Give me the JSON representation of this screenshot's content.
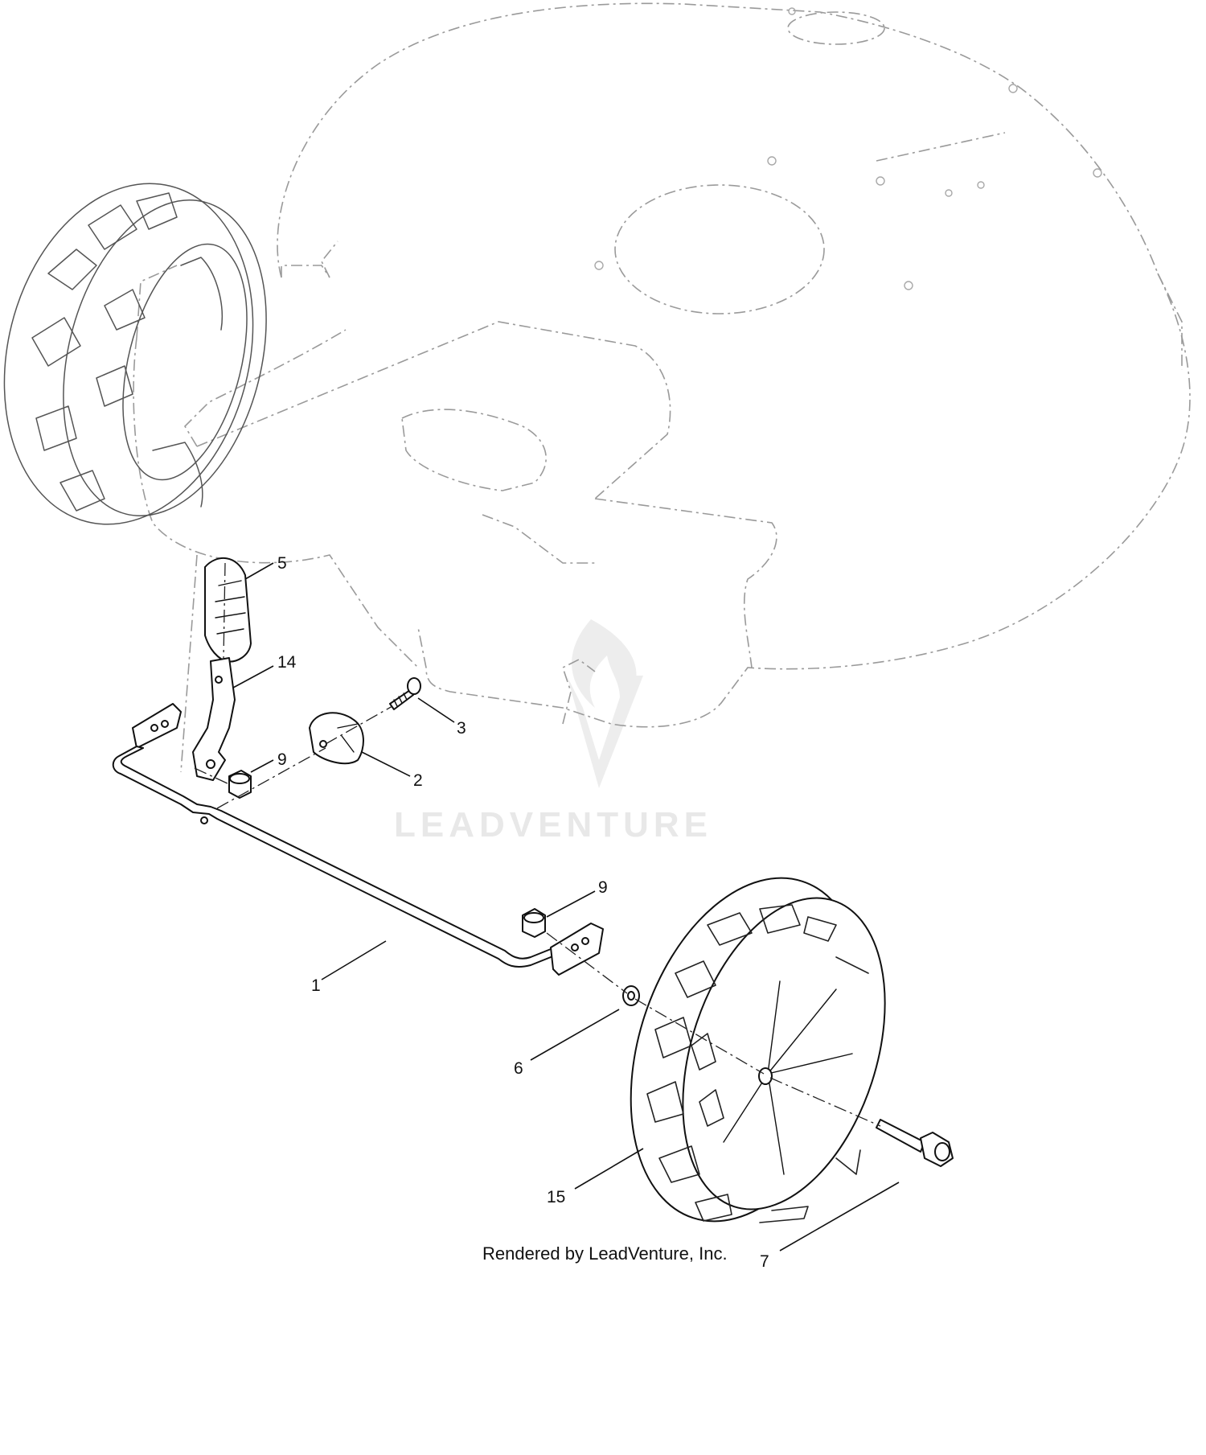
{
  "diagram": {
    "callouts": [
      {
        "id": "callout-5",
        "label": "5"
      },
      {
        "id": "callout-14",
        "label": "14"
      },
      {
        "id": "callout-3",
        "label": "3"
      },
      {
        "id": "callout-9-upper",
        "label": "9"
      },
      {
        "id": "callout-2",
        "label": "2"
      },
      {
        "id": "callout-9-lower",
        "label": "9"
      },
      {
        "id": "callout-1",
        "label": "1"
      },
      {
        "id": "callout-6",
        "label": "6"
      },
      {
        "id": "callout-15",
        "label": "15"
      },
      {
        "id": "callout-7",
        "label": "7"
      }
    ],
    "watermark": "LEADVENTURE",
    "footer": "Rendered by LeadVenture, Inc."
  },
  "colors": {
    "line": "#111111",
    "ghost": "#9a9a9a",
    "watermark": "#e6e6e6"
  }
}
